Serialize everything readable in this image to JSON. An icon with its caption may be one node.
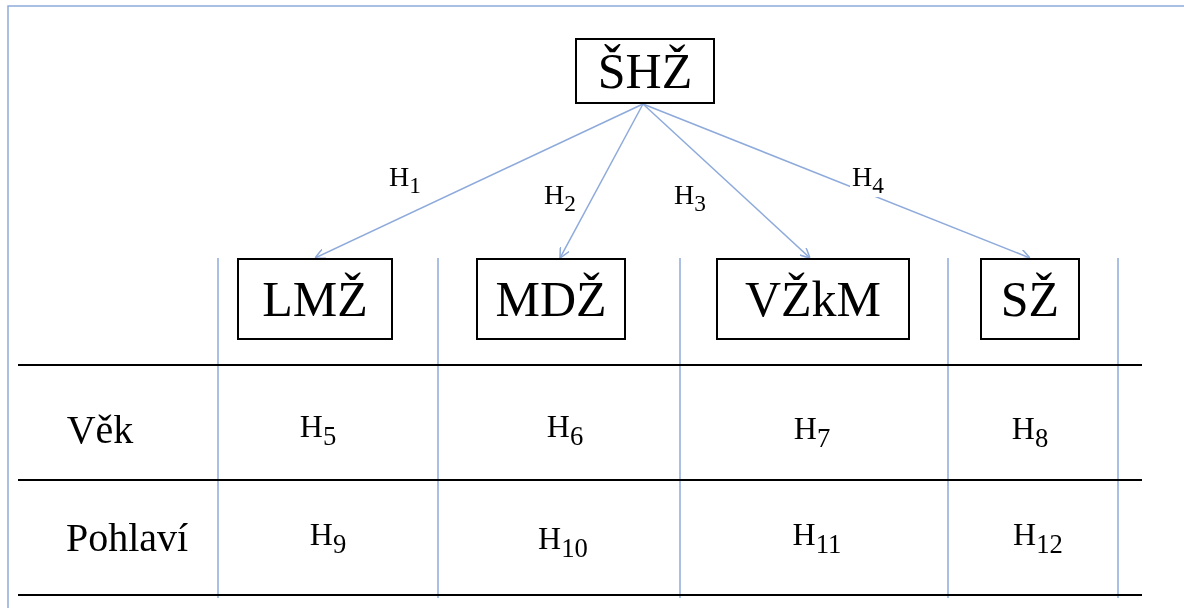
{
  "diagram": {
    "nodes": [
      {
        "text": [
          "ŠHŽ"
        ]
      },
      {
        "text": [
          "LMŽ"
        ]
      },
      {
        "text": [
          "MDŽ"
        ]
      },
      {
        "text": [
          "VŽkM"
        ]
      },
      {
        "text": [
          "SŽ"
        ]
      }
    ],
    "edges": [
      {
        "from": 0,
        "to": 1,
        "arrow": "to",
        "label": "H$_{1}$"
      },
      {
        "from": 0,
        "to": 2,
        "arrow": "to",
        "label": "H$_{2}$"
      },
      {
        "from": 0,
        "to": 3,
        "arrow": "to",
        "label": "H$_{3}$"
      },
      {
        "from": 0,
        "to": 4,
        "arrow": "to",
        "label": "H$_{4}$"
      }
    ],
    "labels": [
      "Věk",
      "H$_{5}$",
      "H$_{6}$",
      "H$_{7}$",
      "H$_{8}$",
      "Pohlaví",
      "H$_{9}$",
      "H$_{10}$",
      "H$_{11}$",
      "H$_{12}$"
    ]
  }
}
